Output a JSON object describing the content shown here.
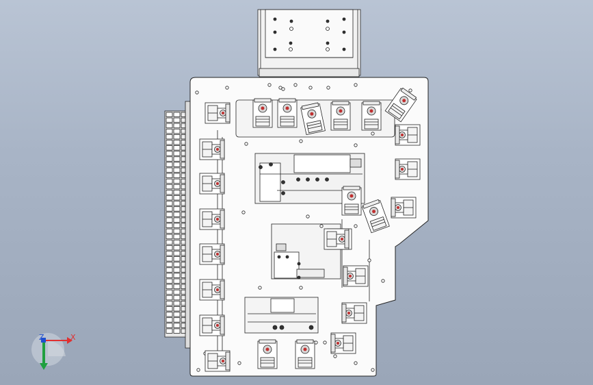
{
  "viewport": {
    "background_top": "#b9c4d4",
    "background_bottom": "#9aa6b8",
    "model": "fixture-assembly"
  },
  "triad": {
    "x_label": "X",
    "z_label": "Z",
    "x_color": "#e03030",
    "y_color": "#20a040",
    "z_color": "#2050d0"
  }
}
